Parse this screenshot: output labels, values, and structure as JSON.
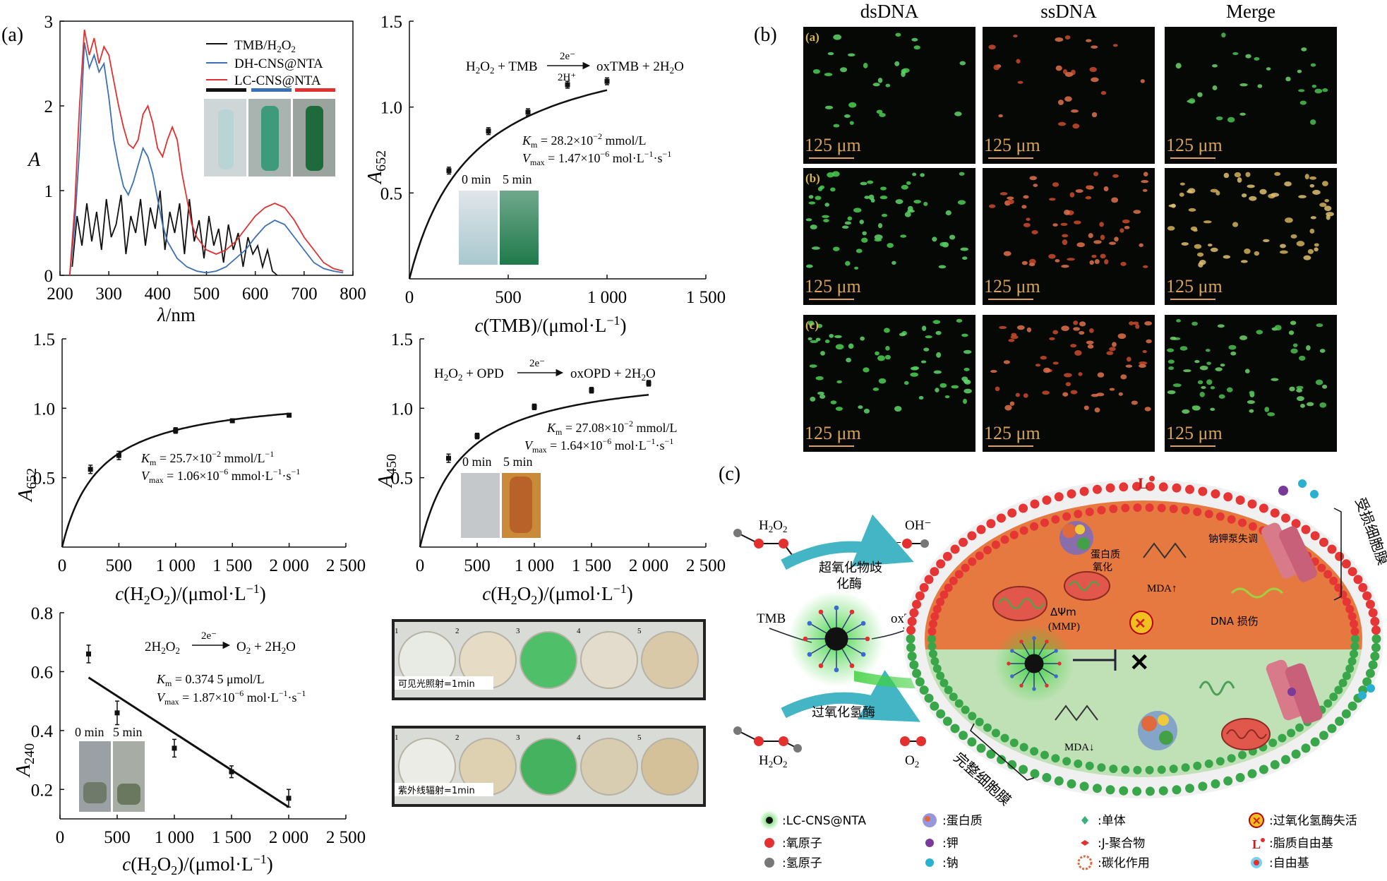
{
  "panel_labels": {
    "a": "(a)",
    "b": "(b)",
    "c": "(c)"
  },
  "chart_data": [
    {
      "id": "uvvis",
      "type": "line",
      "xlabel_var": "λ",
      "xlabel_unit": "/nm",
      "ylabel": "A",
      "xlim": [
        200,
        800
      ],
      "ylim": [
        0,
        3
      ],
      "xticks": [
        "200",
        "300",
        "400",
        "500",
        "600",
        "700",
        "800"
      ],
      "yticks": [
        "0",
        "1",
        "2",
        "3"
      ],
      "legend": [
        "TMB/H2O2",
        "DH-CNS@NTA",
        "LC-CNS@NTA"
      ],
      "colors": [
        "#111111",
        "#3b6fb6",
        "#e03030"
      ],
      "series": [
        {
          "name": "TMB/H2O2",
          "x": [
            225,
            235,
            245,
            255,
            265,
            275,
            285,
            295,
            305,
            315,
            325,
            335,
            345,
            355,
            365,
            375,
            385,
            395,
            405,
            415,
            425,
            435,
            445,
            455,
            465,
            475,
            485,
            495,
            505,
            515,
            525,
            535,
            545,
            555,
            565,
            575,
            585,
            595,
            605,
            615,
            625,
            635,
            645
          ],
          "y": [
            0.1,
            0.7,
            0.35,
            0.85,
            0.4,
            0.75,
            0.3,
            0.9,
            0.45,
            0.6,
            0.95,
            0.25,
            0.7,
            0.5,
            0.9,
            0.35,
            0.8,
            0.55,
            1.0,
            0.3,
            0.75,
            0.5,
            0.85,
            0.25,
            0.9,
            0.4,
            0.65,
            0.2,
            0.7,
            0.35,
            0.55,
            0.15,
            0.6,
            0.3,
            0.5,
            0.1,
            0.45,
            0.25,
            0.35,
            0.1,
            0.3,
            0.05,
            0.0
          ]
        },
        {
          "name": "DH-CNS@NTA",
          "x": [
            220,
            230,
            240,
            250,
            260,
            270,
            280,
            290,
            300,
            310,
            320,
            330,
            340,
            350,
            360,
            370,
            380,
            390,
            400,
            410,
            420,
            440,
            460,
            480,
            500,
            520,
            540,
            560,
            580,
            600,
            620,
            640,
            660,
            680,
            700,
            720,
            740,
            760,
            780
          ],
          "y": [
            0.0,
            0.6,
            1.5,
            2.75,
            2.45,
            2.6,
            2.4,
            2.5,
            2.1,
            1.6,
            1.3,
            1.05,
            0.95,
            1.1,
            1.3,
            1.5,
            1.4,
            1.2,
            0.9,
            0.6,
            0.4,
            0.2,
            0.1,
            0.05,
            0.03,
            0.05,
            0.1,
            0.2,
            0.3,
            0.45,
            0.58,
            0.65,
            0.6,
            0.45,
            0.3,
            0.15,
            0.08,
            0.05,
            0.03
          ]
        },
        {
          "name": "LC-CNS@NTA",
          "x": [
            220,
            230,
            240,
            250,
            260,
            270,
            280,
            290,
            300,
            310,
            320,
            330,
            340,
            350,
            360,
            370,
            380,
            390,
            400,
            410,
            420,
            430,
            440,
            450,
            460,
            470,
            480,
            500,
            520,
            540,
            560,
            580,
            600,
            620,
            640,
            660,
            680,
            700,
            720,
            740,
            760,
            780
          ],
          "y": [
            0.0,
            0.8,
            2.0,
            2.9,
            2.6,
            2.8,
            2.5,
            2.7,
            2.6,
            2.3,
            2.0,
            1.75,
            1.55,
            1.5,
            1.6,
            1.9,
            2.0,
            1.8,
            1.5,
            1.4,
            1.6,
            1.75,
            1.6,
            1.2,
            0.9,
            0.6,
            0.45,
            0.3,
            0.25,
            0.3,
            0.4,
            0.55,
            0.7,
            0.8,
            0.85,
            0.8,
            0.65,
            0.45,
            0.3,
            0.15,
            0.08,
            0.05
          ]
        }
      ]
    },
    {
      "id": "tmb",
      "type": "scatter",
      "xlabel": "c(TMB)/(μmol·L⁻¹)",
      "ylabel": "A652",
      "xlim": [
        0,
        1500
      ],
      "ylim": [
        0,
        1.5
      ],
      "xticks": [
        "0",
        "500",
        "1 000",
        "1 500"
      ],
      "yticks": [
        "0.5",
        "1.0",
        "1.5"
      ],
      "points": {
        "x": [
          200,
          400,
          600,
          800,
          1000
        ],
        "y": [
          0.63,
          0.86,
          0.97,
          1.13,
          1.15
        ],
        "err": [
          0.02,
          0.02,
          0.02,
          0.02,
          0.02
        ]
      },
      "fit": {
        "vmax": 1.45,
        "km": 320,
        "xmax": 1000
      },
      "annotations": {
        "reaction": "H2O2 + TMB → oxTMB + 2H2O",
        "above_arrow": "2e⁻",
        "below_arrow": "2H⁺",
        "km": "Km = 28.2×10⁻² mmol/L",
        "vmax": "Vmax = 1.47×10⁻⁶ mol·L⁻¹·s⁻¹",
        "inset_label_0": "0 min",
        "inset_label_5": "5 min"
      }
    },
    {
      "id": "h2o2_a652",
      "type": "scatter",
      "xlabel": "c(H2O2)/(μmol·L⁻¹)",
      "ylabel": "A652",
      "xlim": [
        0,
        2500
      ],
      "ylim": [
        0,
        1.5
      ],
      "xticks": [
        "0",
        "500",
        "1 000",
        "1 500",
        "2 000",
        "2 500"
      ],
      "yticks": [
        "0.5",
        "1.0",
        "1.5"
      ],
      "points": {
        "x": [
          250,
          500,
          1000,
          1500,
          2000
        ],
        "y": [
          0.56,
          0.66,
          0.84,
          0.91,
          0.95
        ],
        "err": [
          0.03,
          0.03,
          0.02,
          0.01,
          0.01
        ]
      },
      "fit": {
        "vmax": 1.12,
        "km": 330,
        "xmax": 2000
      },
      "annotations": {
        "km": "Km = 25.7×10⁻² mmol/L⁻¹",
        "vmax": "Vmax = 1.06×10⁻⁶ mmol·L⁻¹·s⁻¹"
      }
    },
    {
      "id": "opd",
      "type": "scatter",
      "xlabel": "c(H2O2)/(μmol·L⁻¹)",
      "ylabel": "A450",
      "xlim": [
        0,
        2500
      ],
      "ylim": [
        0,
        1.5
      ],
      "xticks": [
        "0",
        "500",
        "1 000",
        "1 500",
        "2 000",
        "2 500"
      ],
      "yticks": [
        "0.5",
        "1.0",
        "1.5"
      ],
      "points": {
        "x": [
          250,
          500,
          1000,
          1500,
          2000
        ],
        "y": [
          0.64,
          0.8,
          1.01,
          1.13,
          1.18
        ],
        "err": [
          0.03,
          0.02,
          0.02,
          0.02,
          0.02
        ]
      },
      "fit": {
        "vmax": 1.3,
        "km": 370,
        "xmax": 2000
      },
      "annotations": {
        "reaction": "H2O2 + OPD → oxOPD + 2H2O",
        "above_arrow": "2e⁻",
        "km": "Km = 27.08×10⁻² mmol/L",
        "vmax": "Vmax = 1.64×10⁻⁶ mol·L⁻¹·s⁻¹",
        "inset_label_0": "0 min",
        "inset_label_5": "5 min"
      }
    },
    {
      "id": "a240",
      "type": "scatter",
      "xlabel": "c(H2O2)/(μmol·L⁻¹)",
      "ylabel": "A240",
      "xlim": [
        0,
        2500
      ],
      "ylim": [
        0.1,
        0.8
      ],
      "xticks": [
        "0",
        "500",
        "1 000",
        "1 500",
        "2 000",
        "2 500"
      ],
      "yticks": [
        "0.2",
        "0.4",
        "0.6",
        "0.8"
      ],
      "points": {
        "x": [
          250,
          500,
          1000,
          1500,
          2000
        ],
        "y": [
          0.66,
          0.46,
          0.34,
          0.26,
          0.17
        ],
        "err": [
          0.03,
          0.04,
          0.03,
          0.02,
          0.03
        ]
      },
      "line": {
        "x1": 250,
        "y1": 0.58,
        "x2": 2000,
        "y2": 0.14
      },
      "annotations": {
        "reaction": "2H2O2 → O2 + 2H2O",
        "above_arrow": "2e⁻",
        "km": "Km = 0.374 5 μmol/L",
        "vmax": "Vmax = 1.87×10⁻⁶ mol·L⁻¹·s⁻¹",
        "inset_label_0": "0 min",
        "inset_label_5": "5 min"
      }
    }
  ],
  "wells": {
    "visible": {
      "caption": "可见光照射=1min",
      "numbers": [
        "1",
        "2",
        "3",
        "4",
        "5"
      ]
    },
    "uv": {
      "caption": "紫外线辐射=1min",
      "numbers": [
        "1",
        "2",
        "3",
        "4",
        "5"
      ]
    }
  },
  "fluorescence": {
    "columns": [
      "dsDNA",
      "ssDNA",
      "Merge"
    ],
    "rows": [
      "(a)",
      "(b)",
      "(c)"
    ],
    "scale": "125 μm"
  },
  "scheme": {
    "h2o2_top": "H2O2",
    "oh": "OH⁻",
    "sod": [
      "超氧化物歧",
      "化酶"
    ],
    "tmb": "TMB",
    "oxtmb": "oxTMB",
    "cat": "过氧化氢酶",
    "h2o2_bottom": "H2O2",
    "o2": "O2",
    "damaged_membrane": "受损细胞膜",
    "intact_membrane": "完整细胞膜",
    "protein_ox": [
      "蛋白质",
      "氧化"
    ],
    "mda_up": "MDA↑",
    "pump": "钠钾泵失调",
    "mmp_delta": "ΔΨm",
    "mmp": "(MMP)",
    "dna_damage": "DNA 损伤",
    "mda_down": "MDA↓"
  },
  "legend_c": [
    {
      "icon": "nanoparticle",
      "label": ":LC-CNS@NTA"
    },
    {
      "icon": "protein",
      "label": ":蛋白质"
    },
    {
      "icon": "monomer",
      "label": ":单体"
    },
    {
      "icon": "catalase-inactive",
      "label": ":过氧化氢酶失活"
    },
    {
      "icon": "oxygen-atom",
      "label": ":氧原子"
    },
    {
      "icon": "potassium",
      "label": ":钾"
    },
    {
      "icon": "j-aggregate",
      "label": ":J-聚合物"
    },
    {
      "icon": "lipid-radical",
      "label": ":脂质自由基"
    },
    {
      "icon": "hydrogen-atom",
      "label": ":氢原子"
    },
    {
      "icon": "sodium",
      "label": ":钠"
    },
    {
      "icon": "carbonization",
      "label": ":碳化作用"
    },
    {
      "icon": "free-radical",
      "label": ":自由基"
    }
  ]
}
